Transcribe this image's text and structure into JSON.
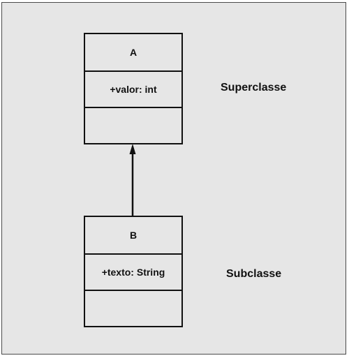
{
  "diagram": {
    "superclass": {
      "name": "A",
      "attribute": "+valor: int",
      "methods": "",
      "role_label": "Superclasse"
    },
    "subclass": {
      "name": "B",
      "attribute": "+texto: String",
      "methods": "",
      "role_label": "Subclasse"
    },
    "relationship": "inheritance-arrow",
    "colors": {
      "background": "#e6e6e6",
      "stroke": "#111111"
    }
  }
}
